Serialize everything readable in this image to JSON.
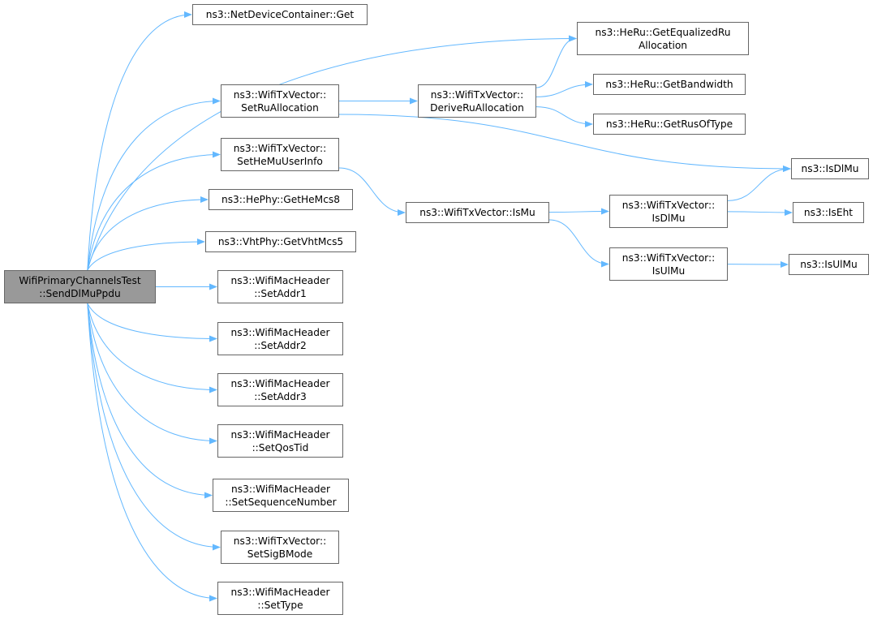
{
  "graph": {
    "edge_color": "#63b8ff",
    "root_fill": "#999999",
    "node_fill": "#ffffff",
    "node_border": "#666666",
    "nodes": {
      "root": {
        "lines": [
          "WifiPrimaryChannelsTest",
          "::SendDlMuPpdu"
        ],
        "root": true
      },
      "ndc_get": {
        "lines": [
          "ns3::NetDeviceContainer::Get"
        ]
      },
      "heru_equalized": {
        "lines": [
          "ns3::HeRu::GetEqualizedRu",
          "Allocation"
        ]
      },
      "txv_setru": {
        "lines": [
          "ns3::WifiTxVector::",
          "SetRuAllocation"
        ]
      },
      "txv_derive": {
        "lines": [
          "ns3::WifiTxVector::",
          "DeriveRuAllocation"
        ]
      },
      "heru_bw": {
        "lines": [
          "ns3::HeRu::GetBandwidth"
        ]
      },
      "heru_rus": {
        "lines": [
          "ns3::HeRu::GetRusOfType"
        ]
      },
      "txv_sethemu": {
        "lines": [
          "ns3::WifiTxVector::",
          "SetHeMuUserInfo"
        ]
      },
      "isdlmu": {
        "lines": [
          "ns3::IsDlMu"
        ]
      },
      "hephy_mcs8": {
        "lines": [
          "ns3::HePhy::GetHeMcs8"
        ]
      },
      "txv_ismu": {
        "lines": [
          "ns3::WifiTxVector::IsMu"
        ]
      },
      "txv_isdlmu": {
        "lines": [
          "ns3::WifiTxVector::",
          "IsDlMu"
        ]
      },
      "iseht": {
        "lines": [
          "ns3::IsEht"
        ]
      },
      "vhtphy_mcs5": {
        "lines": [
          "ns3::VhtPhy::GetVhtMcs5"
        ]
      },
      "txv_isulmu": {
        "lines": [
          "ns3::WifiTxVector::",
          "IsUlMu"
        ]
      },
      "isulmu": {
        "lines": [
          "ns3::IsUlMu"
        ]
      },
      "mac_addr1": {
        "lines": [
          "ns3::WifiMacHeader",
          "::SetAddr1"
        ]
      },
      "mac_addr2": {
        "lines": [
          "ns3::WifiMacHeader",
          "::SetAddr2"
        ]
      },
      "mac_addr3": {
        "lines": [
          "ns3::WifiMacHeader",
          "::SetAddr3"
        ]
      },
      "mac_qostid": {
        "lines": [
          "ns3::WifiMacHeader",
          "::SetQosTid"
        ]
      },
      "mac_seqnum": {
        "lines": [
          "ns3::WifiMacHeader",
          "::SetSequenceNumber"
        ]
      },
      "txv_sigb": {
        "lines": [
          "ns3::WifiTxVector::",
          "SetSigBMode"
        ]
      },
      "mac_settype": {
        "lines": [
          "ns3::WifiMacHeader",
          "::SetType"
        ]
      }
    },
    "edges": [
      [
        "root",
        "ndc_get"
      ],
      [
        "root",
        "heru_equalized"
      ],
      [
        "root",
        "txv_setru"
      ],
      [
        "root",
        "txv_sethemu"
      ],
      [
        "root",
        "hephy_mcs8"
      ],
      [
        "root",
        "vhtphy_mcs5"
      ],
      [
        "root",
        "mac_addr1"
      ],
      [
        "root",
        "mac_addr2"
      ],
      [
        "root",
        "mac_addr3"
      ],
      [
        "root",
        "mac_qostid"
      ],
      [
        "root",
        "mac_seqnum"
      ],
      [
        "root",
        "txv_sigb"
      ],
      [
        "root",
        "mac_settype"
      ],
      [
        "txv_setru",
        "txv_derive"
      ],
      [
        "txv_setru",
        "isdlmu"
      ],
      [
        "txv_derive",
        "heru_equalized"
      ],
      [
        "txv_derive",
        "heru_bw"
      ],
      [
        "txv_derive",
        "heru_rus"
      ],
      [
        "txv_sethemu",
        "txv_ismu"
      ],
      [
        "txv_ismu",
        "txv_isdlmu"
      ],
      [
        "txv_ismu",
        "txv_isulmu"
      ],
      [
        "txv_isdlmu",
        "isdlmu"
      ],
      [
        "txv_isdlmu",
        "iseht"
      ],
      [
        "txv_isulmu",
        "isulmu"
      ]
    ]
  }
}
